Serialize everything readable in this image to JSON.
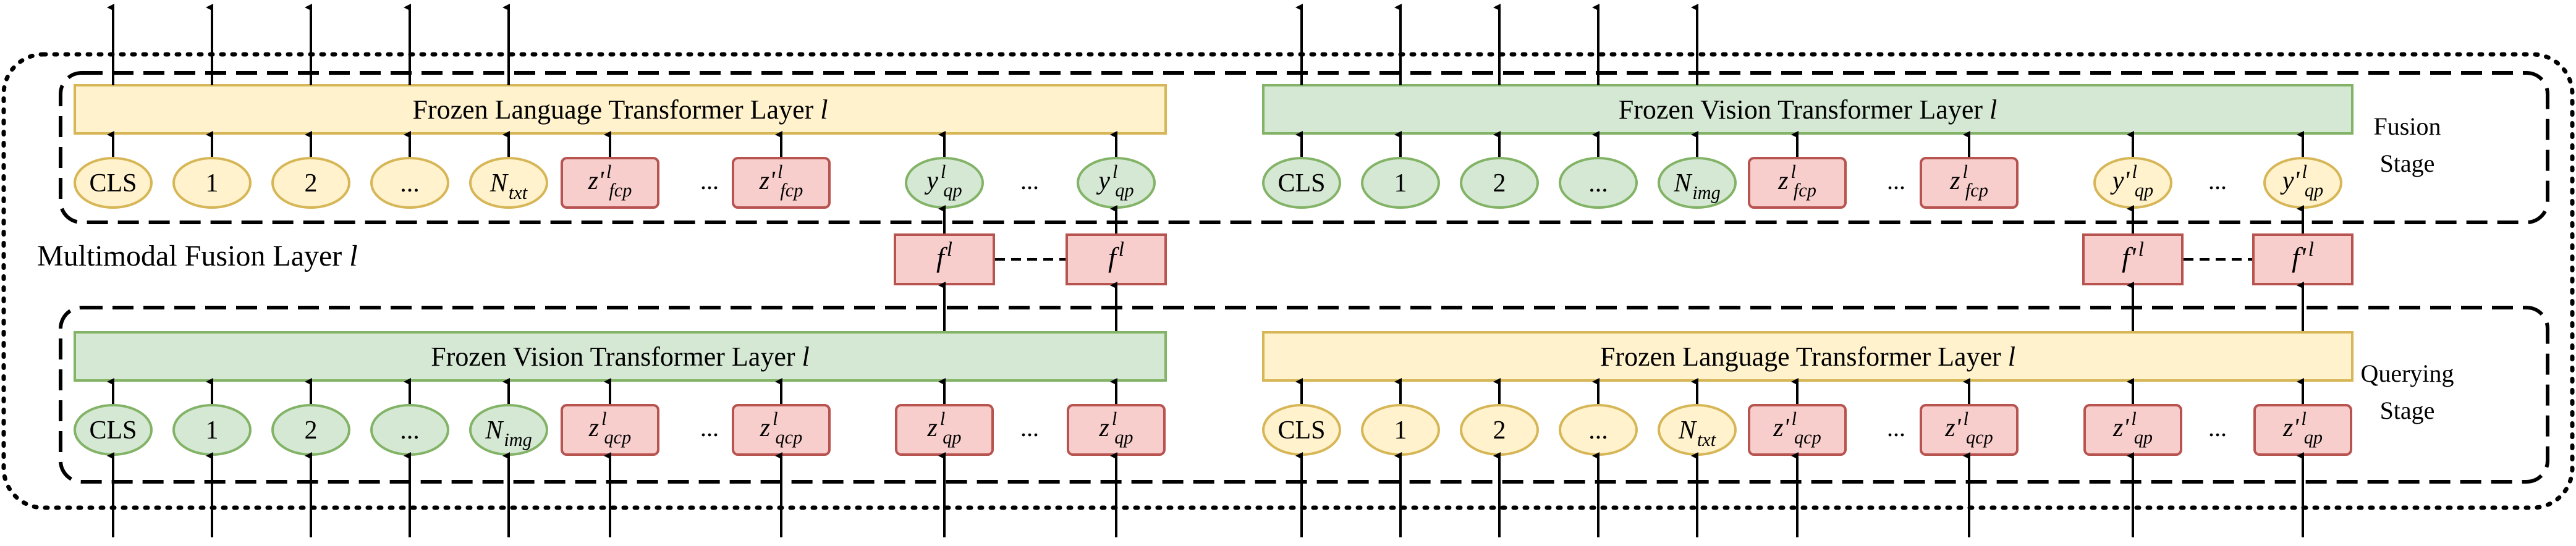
{
  "colors": {
    "yellow_fill": "#fff2cc",
    "yellow_stroke": "#d6b656",
    "green_fill": "#d5e8d4",
    "green_stroke": "#82b366",
    "red_fill": "#f8cecc",
    "red_stroke": "#b85450",
    "line": "#000000"
  },
  "labels": {
    "fusion_stage": [
      "Fusion",
      "Stage"
    ],
    "querying_stage": [
      "Querying",
      "Stage"
    ],
    "multimodal_fusion": "Multimodal Fusion Layer",
    "layer_symbol": "l",
    "ellipsis": "..."
  },
  "fusion": {
    "left": {
      "layer_prefix": "Frozen Language Transformer Layer",
      "theme": "yellow",
      "tokens": [
        {
          "id": "cls",
          "main": "CLS",
          "kind": "ellipse",
          "color": "yellow"
        },
        {
          "id": "one",
          "main": "1",
          "kind": "ellipse",
          "color": "yellow"
        },
        {
          "id": "two",
          "main": "2",
          "kind": "ellipse",
          "color": "yellow"
        },
        {
          "id": "dots",
          "main": "...",
          "kind": "ellipse",
          "color": "yellow"
        },
        {
          "id": "n",
          "main": "N",
          "sub": "txt",
          "italic": true,
          "kind": "ellipse",
          "color": "yellow"
        },
        {
          "id": "fcp-1",
          "main": "z'",
          "sup": "l",
          "sub": "fcp",
          "italic": true,
          "kind": "rect",
          "color": "red"
        },
        {
          "id": "fcp-2",
          "main": "z'",
          "sup": "l",
          "sub": "fcp",
          "italic": true,
          "kind": "rect",
          "color": "red"
        },
        {
          "id": "qp-1",
          "main": "y",
          "sup": "l",
          "sub": "qp",
          "italic": true,
          "kind": "ellipse",
          "color": "green"
        },
        {
          "id": "qp-2",
          "main": "y",
          "sup": "l",
          "sub": "qp",
          "italic": true,
          "kind": "ellipse",
          "color": "green"
        }
      ]
    },
    "right": {
      "layer_prefix": "Frozen Vision Transformer Layer",
      "theme": "green",
      "tokens": [
        {
          "id": "cls",
          "main": "CLS",
          "kind": "ellipse",
          "color": "green"
        },
        {
          "id": "one",
          "main": "1",
          "kind": "ellipse",
          "color": "green"
        },
        {
          "id": "two",
          "main": "2",
          "kind": "ellipse",
          "color": "green"
        },
        {
          "id": "dots",
          "main": "...",
          "kind": "ellipse",
          "color": "green"
        },
        {
          "id": "n",
          "main": "N",
          "sub": "img",
          "italic": true,
          "kind": "ellipse",
          "color": "green"
        },
        {
          "id": "fcp-1",
          "main": "z",
          "sup": "l",
          "sub": "fcp",
          "italic": true,
          "kind": "rect",
          "color": "red"
        },
        {
          "id": "fcp-2",
          "main": "z",
          "sup": "l",
          "sub": "fcp",
          "italic": true,
          "kind": "rect",
          "color": "red"
        },
        {
          "id": "qp-1",
          "main": "y'",
          "sup": "l",
          "sub": "qp",
          "italic": true,
          "kind": "ellipse",
          "color": "yellow"
        },
        {
          "id": "qp-2",
          "main": "y'",
          "sup": "l",
          "sub": "qp",
          "italic": true,
          "kind": "ellipse",
          "color": "yellow"
        }
      ]
    }
  },
  "querying": {
    "left": {
      "layer_prefix": "Frozen Vision Transformer Layer",
      "theme": "green",
      "tokens": [
        {
          "id": "cls",
          "main": "CLS",
          "kind": "ellipse",
          "color": "green"
        },
        {
          "id": "one",
          "main": "1",
          "kind": "ellipse",
          "color": "green"
        },
        {
          "id": "two",
          "main": "2",
          "kind": "ellipse",
          "color": "green"
        },
        {
          "id": "dots",
          "main": "...",
          "kind": "ellipse",
          "color": "green"
        },
        {
          "id": "n",
          "main": "N",
          "sub": "img",
          "italic": true,
          "kind": "ellipse",
          "color": "green"
        },
        {
          "id": "qcp-1",
          "main": "z",
          "sup": "l",
          "sub": "qcp",
          "italic": true,
          "kind": "rect",
          "color": "red"
        },
        {
          "id": "qcp-2",
          "main": "z",
          "sup": "l",
          "sub": "qcp",
          "italic": true,
          "kind": "rect",
          "color": "red"
        },
        {
          "id": "qp-1",
          "main": "z",
          "sup": "l",
          "sub": "qp",
          "italic": true,
          "kind": "rect",
          "color": "red"
        },
        {
          "id": "qp-2",
          "main": "z",
          "sup": "l",
          "sub": "qp",
          "italic": true,
          "kind": "rect",
          "color": "red"
        }
      ]
    },
    "right": {
      "layer_prefix": "Frozen Language Transformer Layer",
      "theme": "yellow",
      "tokens": [
        {
          "id": "cls",
          "main": "CLS",
          "kind": "ellipse",
          "color": "yellow"
        },
        {
          "id": "one",
          "main": "1",
          "kind": "ellipse",
          "color": "yellow"
        },
        {
          "id": "two",
          "main": "2",
          "kind": "ellipse",
          "color": "yellow"
        },
        {
          "id": "dots",
          "main": "...",
          "kind": "ellipse",
          "color": "yellow"
        },
        {
          "id": "n",
          "main": "N",
          "sub": "txt",
          "italic": true,
          "kind": "ellipse",
          "color": "yellow"
        },
        {
          "id": "qcp-1",
          "main": "z'",
          "sup": "l",
          "sub": "qcp",
          "italic": true,
          "kind": "rect",
          "color": "red"
        },
        {
          "id": "qcp-2",
          "main": "z'",
          "sup": "l",
          "sub": "qcp",
          "italic": true,
          "kind": "rect",
          "color": "red"
        },
        {
          "id": "qp-1",
          "main": "z'",
          "sup": "l",
          "sub": "qp",
          "italic": true,
          "kind": "rect",
          "color": "red"
        },
        {
          "id": "qp-2",
          "main": "z'",
          "sup": "l",
          "sub": "qp",
          "italic": true,
          "kind": "rect",
          "color": "red"
        }
      ]
    }
  },
  "fusion_nodes": {
    "left": {
      "main": "f",
      "sup": "l"
    },
    "right": {
      "main": "f'",
      "sup": "l"
    }
  }
}
